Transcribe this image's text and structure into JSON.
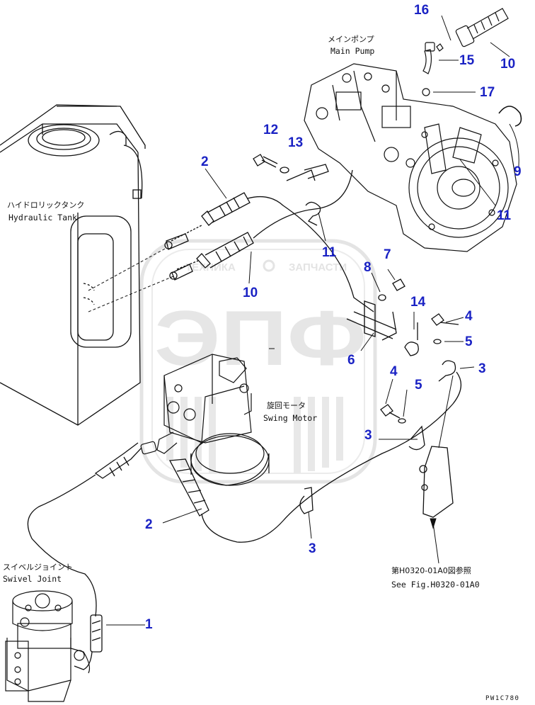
{
  "colors": {
    "line": "#111111",
    "part_number": "#1a22c4",
    "watermark": "#c9c9c9"
  },
  "watermark": {
    "brand_left": "ТЕХНИКА",
    "brand_right": "ЗАПЧАСТИ",
    "logo": "ЭПФ"
  },
  "labels": {
    "main_pump_jp": "メインポンプ",
    "main_pump_en": "Main Pump",
    "hydraulic_tank_jp": "ハイドロリックタンク",
    "hydraulic_tank_en": "Hydraulic Tank",
    "swing_motor_jp": "旋回モータ",
    "swing_motor_en": "Swing Motor",
    "swivel_joint_jp": "スイベルジョイント",
    "swivel_joint_en": "Swivel Joint",
    "see_fig_jp": "第H0320-01A0図参照",
    "see_fig_en": "See Fig.H0320-01A0",
    "drawing_code": "PW1C780"
  },
  "callouts": [
    "16",
    "10",
    "15",
    "17",
    "12",
    "13",
    "9",
    "2",
    "11",
    "11",
    "7",
    "8",
    "10",
    "14",
    "4",
    "5",
    "6",
    "3",
    "4",
    "5",
    "3",
    "2",
    "3",
    "1"
  ]
}
